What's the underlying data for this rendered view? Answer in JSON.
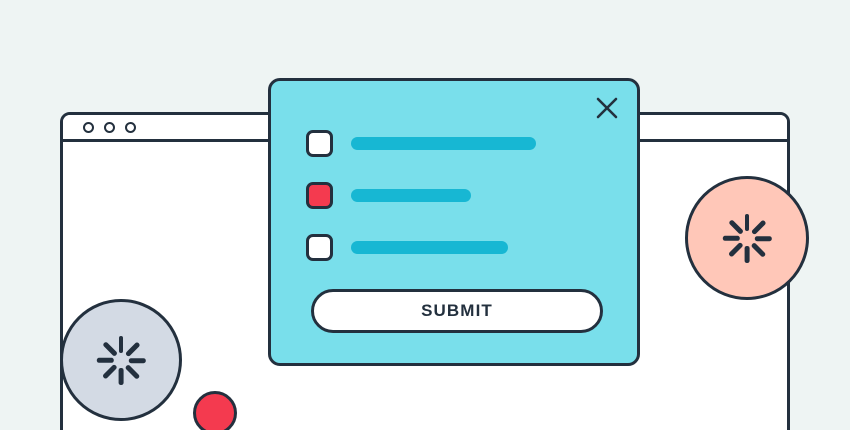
{
  "page": {
    "background_color": "#eef4f3",
    "outline_color": "#23303e"
  },
  "browser_window": {
    "name": "browser-window",
    "background_color": "#ffffff",
    "titlebar": {
      "dots": [
        {
          "name": "window-dot-close",
          "style": "outline"
        },
        {
          "name": "window-dot-minimize",
          "style": "outline"
        },
        {
          "name": "window-dot-maximize",
          "style": "outline"
        }
      ]
    }
  },
  "modal": {
    "name": "modal-dialog",
    "background_color": "#79dfeb",
    "close_icon": "close-x-icon",
    "checklist": [
      {
        "checked": false,
        "bar_width": "long",
        "checkbox_color": "#ffffff"
      },
      {
        "checked": true,
        "bar_width": "short",
        "checkbox_color": "#f43a4f"
      },
      {
        "checked": false,
        "bar_width": "medium",
        "checkbox_color": "#ffffff"
      }
    ],
    "bar_color": "#17b7d3",
    "submit": {
      "label": "SUBMIT",
      "background_color": "#ffffff",
      "text_color": "#23303e"
    }
  },
  "decorations": {
    "circle_gray": {
      "name": "decorative-circle-gray",
      "color": "#d3dae4",
      "icon": "burst-icon"
    },
    "circle_pink": {
      "name": "decorative-circle-pink",
      "color": "#ffc7b8",
      "icon": "burst-icon"
    },
    "dot_red": {
      "name": "decorative-dot-red",
      "color": "#f43a4f"
    }
  }
}
